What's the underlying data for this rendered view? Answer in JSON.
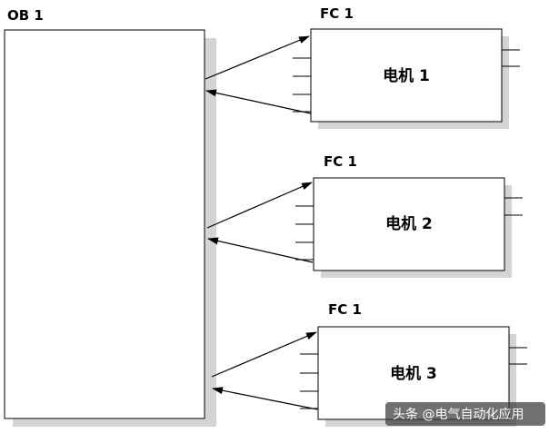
{
  "main_block": {
    "label": "OB 1"
  },
  "function_blocks": [
    {
      "label": "FC 1",
      "name": "电机 1"
    },
    {
      "label": "FC 1",
      "name": "电机 2"
    },
    {
      "label": "FC 1",
      "name": "电机 3"
    }
  ],
  "watermark": "头条 @电气自动化应用",
  "colors": {
    "shadow": "#d4d4d4",
    "line": "#000000",
    "watermark_bg": "#3a3a3a"
  }
}
